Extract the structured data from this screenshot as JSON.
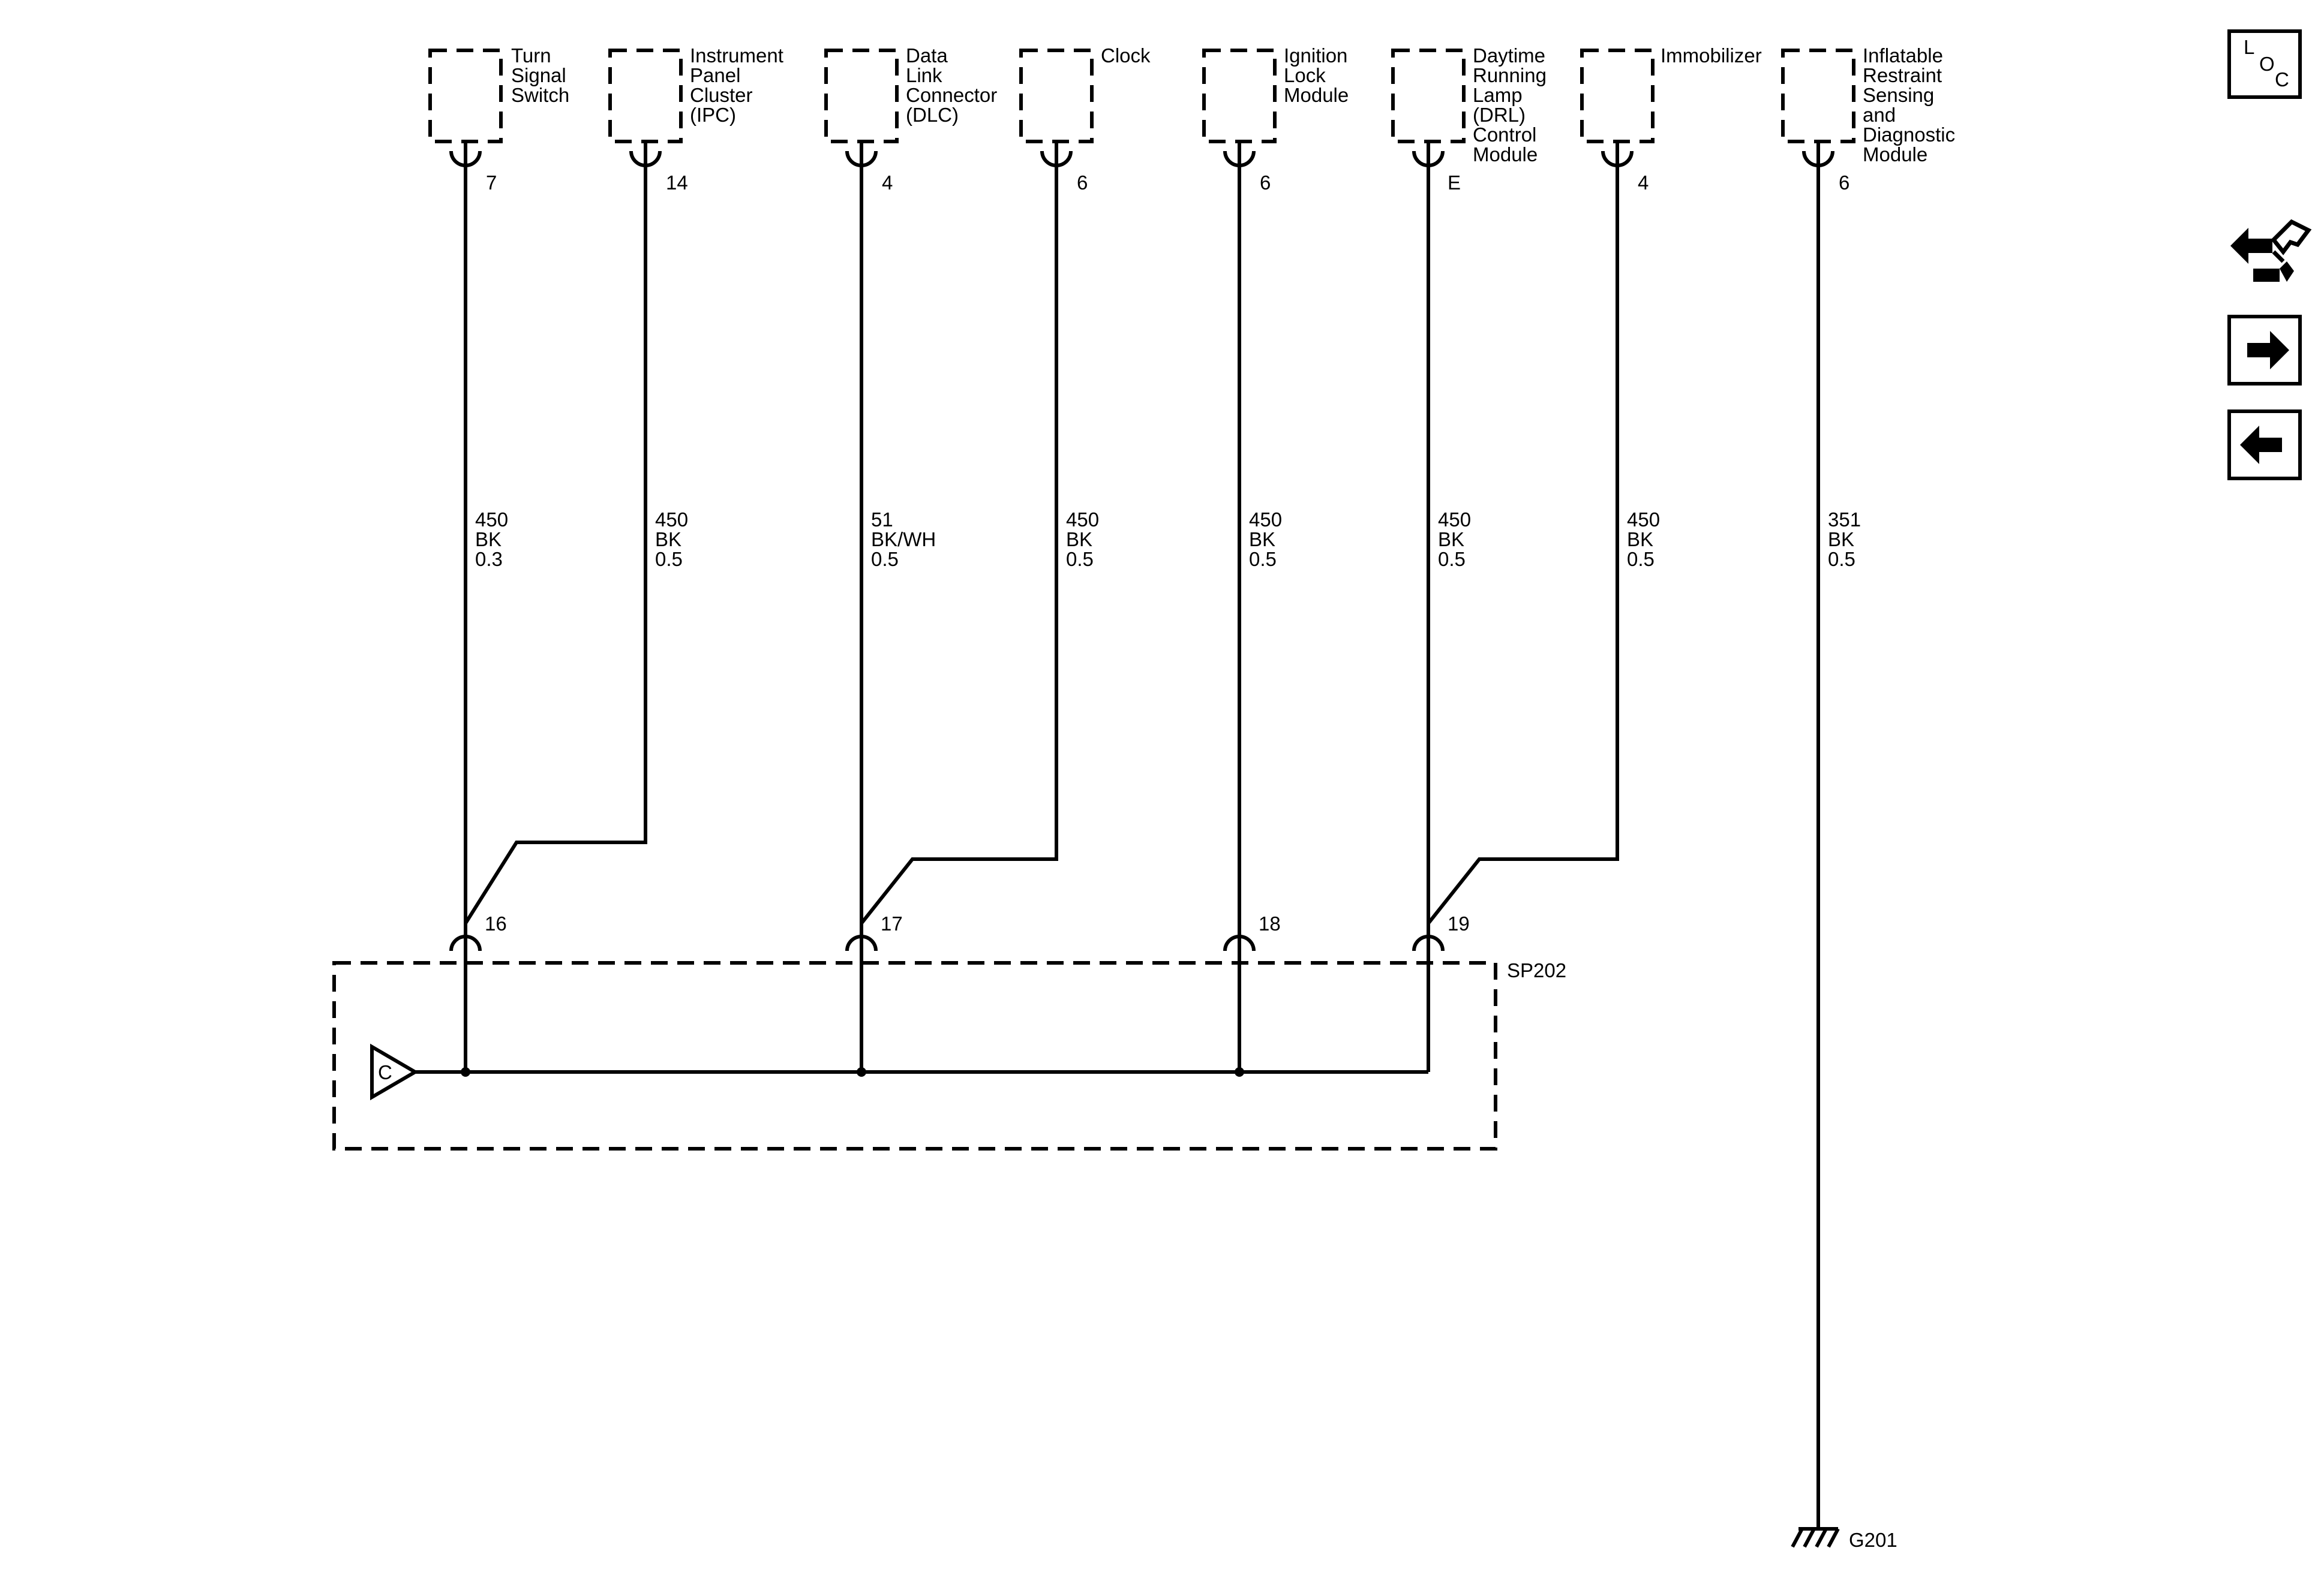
{
  "components": [
    {
      "lines": [
        "Turn",
        "Signal",
        "Switch"
      ],
      "pin": "7",
      "wire": {
        "circuit": "450",
        "color": "BK",
        "gauge": "0.3"
      }
    },
    {
      "lines": [
        "Instrument",
        "Panel",
        "Cluster",
        "(IPC)"
      ],
      "pin": "14",
      "wire": {
        "circuit": "450",
        "color": "BK",
        "gauge": "0.5"
      }
    },
    {
      "lines": [
        "Data",
        "Link",
        "Connector",
        "(DLC)"
      ],
      "pin": "4",
      "wire": {
        "circuit": "51",
        "color": "BK/WH",
        "gauge": "0.5"
      }
    },
    {
      "lines": [
        "Clock"
      ],
      "pin": "6",
      "wire": {
        "circuit": "450",
        "color": "BK",
        "gauge": "0.5"
      }
    },
    {
      "lines": [
        "Ignition",
        "Lock",
        "Module"
      ],
      "pin": "6",
      "wire": {
        "circuit": "450",
        "color": "BK",
        "gauge": "0.5"
      }
    },
    {
      "lines": [
        "Daytime",
        "Running",
        "Lamp",
        "(DRL)",
        "Control",
        "Module"
      ],
      "pin": "E",
      "wire": {
        "circuit": "450",
        "color": "BK",
        "gauge": "0.5"
      }
    },
    {
      "lines": [
        "Immobilizer"
      ],
      "pin": "4",
      "wire": {
        "circuit": "450",
        "color": "BK",
        "gauge": "0.5"
      }
    },
    {
      "lines": [
        "Inflatable",
        "Restraint",
        "Sensing",
        "and",
        "Diagnostic",
        "Module"
      ],
      "pin": "6",
      "wire": {
        "circuit": "351",
        "color": "BK",
        "gauge": "0.5"
      }
    }
  ],
  "splice_pins": [
    "16",
    "17",
    "18",
    "19"
  ],
  "splice_pack": {
    "name": "SP202",
    "connector": "C"
  },
  "ground": "G201",
  "nav": {
    "loc_l": "L",
    "loc_o": "O",
    "loc_c": "C"
  },
  "icons": [
    "loc-icon",
    "disconnect-connector-icon",
    "next-page-arrow-icon",
    "previous-page-arrow-icon"
  ]
}
